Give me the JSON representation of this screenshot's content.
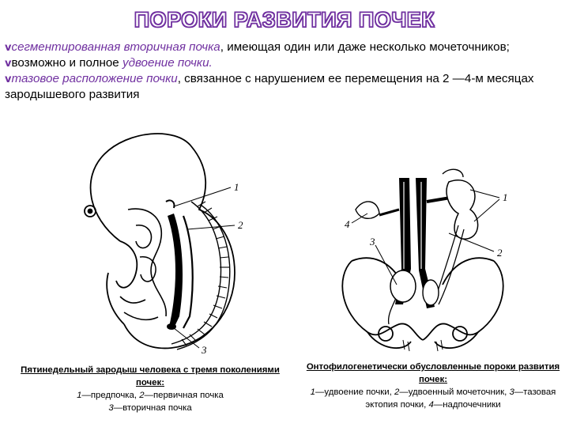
{
  "title": "ПОРОКИ РАЗВИТИЯ ПОЧЕК",
  "bullets": [
    {
      "mark": "v",
      "emph": "сегментированная вторичная почка",
      "rest": ", имеющая один или даже несколько мочеточников;"
    },
    {
      "mark": "v",
      "plain": "возможно и полное ",
      "emph": "удвоение почки."
    },
    {
      "mark": "v",
      "emph": "тазовое расположение почки",
      "rest": ", связанное с нарушением ее перемещения на 2 —4-м месяцах зародышевого развития"
    }
  ],
  "figure_left": {
    "labels": [
      "1",
      "2",
      "3"
    ],
    "caption": {
      "head": "Пятинедельный зародыш человека с тремя поколениями почек:",
      "n1": "1",
      "t1": "—предпочка, ",
      "n2": "2",
      "t2": "—первичная почка",
      "n3": "3",
      "t3": "—вторичная почка"
    }
  },
  "figure_right": {
    "labels": [
      "1",
      "2",
      "3",
      "4"
    ],
    "caption": {
      "head": "Онтофилогенетически обусловленные пороки развития почек:",
      "n1": "1",
      "t1": "—удвоение почки, ",
      "n2": "2",
      "t2": "—удвоенный мочеточник, ",
      "n3": "3",
      "t3": "—тазовая эктопия почки, ",
      "n4": "4",
      "t4": "—надпочечники"
    }
  },
  "colors": {
    "accent": "#7030a0",
    "text": "#000000"
  }
}
